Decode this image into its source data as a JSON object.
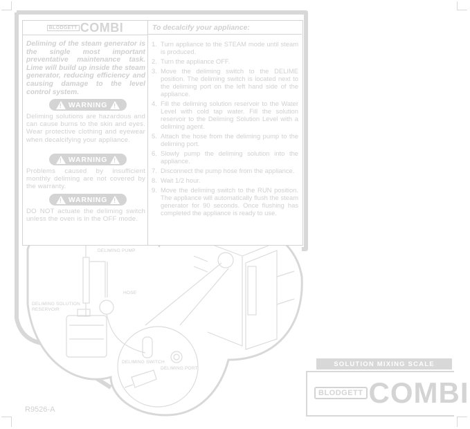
{
  "brand": {
    "blodgett": "BLODGETT",
    "combi": "COMBI"
  },
  "header_right": "To decalcify your appliance:",
  "intro": "Deliming of the steam generator is the single most important preventative maintenance task. Lime will build up inside the steam generator, reducing efficiency and causing damage to the level control system.",
  "warnings": [
    {
      "label": "WARNING",
      "text": "Deliming solutions are hazardous and can cause burns to the skin and eyes. Wear protective clothing and eyewear when decalcifying your appliance."
    },
    {
      "label": "WARNING",
      "text": "Problems caused by insufficient monthly deliming are not covered by the warranty."
    },
    {
      "label": "WARNING",
      "text": "DO NOT actuate the deliming switch unless the oven is in the OFF mode."
    }
  ],
  "steps": [
    {
      "num": "1.",
      "text": "Turn appliance to the STEAM mode until steam is produced."
    },
    {
      "num": "2.",
      "text": "Turn the appliance OFF."
    },
    {
      "num": "3.",
      "text": "Move the deliming switch to the DELIME position. The deliming switch is located next to the deliming port on the left hand side of the appliance."
    },
    {
      "num": "4.",
      "text": "Fill the deliming solution reservoir to the Water Level with cold tap water. Fill the solution reservoir to the Deliming Solution Level with a deliming agent."
    },
    {
      "num": "5.",
      "text": "Attach the hose from the deliming pump to the deliming port."
    },
    {
      "num": "6.",
      "text": "Slowly pump the deliming solution into the appliance."
    },
    {
      "num": "7.",
      "text": "Disconnect the pump hose from the appliance."
    },
    {
      "num": "8.",
      "text": "Wait 1/2 hour."
    },
    {
      "num": "9.",
      "text": "Move the deliming switch to the RUN position. The appliance will automatically flush the steam generator for 90 seconds. Once flushing has completed the appliance is ready to use."
    }
  ],
  "diagram_labels": {
    "pump": "DELIMING PUMP",
    "hose": "HOSE",
    "reservoir_line1": "DELIMING SOLUTION",
    "reservoir_line2": "RESERVOIR",
    "switch": "DELIMING SWITCH",
    "port": "DELIMING PORT"
  },
  "scale_title": "SOLUTION MIXING SCALE",
  "doc_number": "R9526-A"
}
